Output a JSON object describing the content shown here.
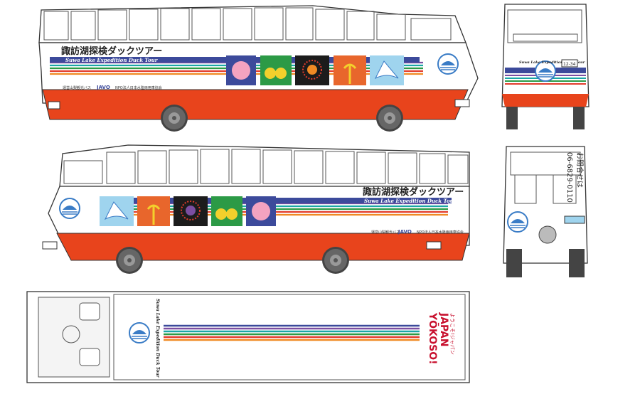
{
  "livery": {
    "title_jp": "諏訪湖探検ダックツアー",
    "title_en": "Suwa Lake Expedition Duck Tour",
    "operator_small": "山梨観光バス",
    "javo_logo": "JAVO",
    "javo_small": "NPO法人日本水陸両用車協会",
    "small_tag": "運営"
  },
  "front_plate": "12-34",
  "rear_sign": {
    "inquiry_label": "お問合せは",
    "phone": "06-6829-0110"
  },
  "roof_text": "Suwa Lake Expedition Duck Tour",
  "yokoso": {
    "line1": "YŌKOSO!",
    "line2": "JAPAN",
    "sub": "ようこそ!ジャパン"
  },
  "colors": {
    "hull_orange": "#e8441c",
    "stripe_blue": "#3c4a9b",
    "stripe_violet": "#7b4ea1",
    "stripe_teal": "#1aa6a6",
    "stripe_green": "#2c9a46",
    "stripe_red": "#e23c2c",
    "stripe_orange": "#f08a24",
    "logo_blue": "#3a7cc6"
  },
  "panel_icons": [
    "flamingo-panel-icon",
    "fruit-panel-icon",
    "firework-panel-icon",
    "flower-panel-icon",
    "swan-boat-panel-icon"
  ]
}
